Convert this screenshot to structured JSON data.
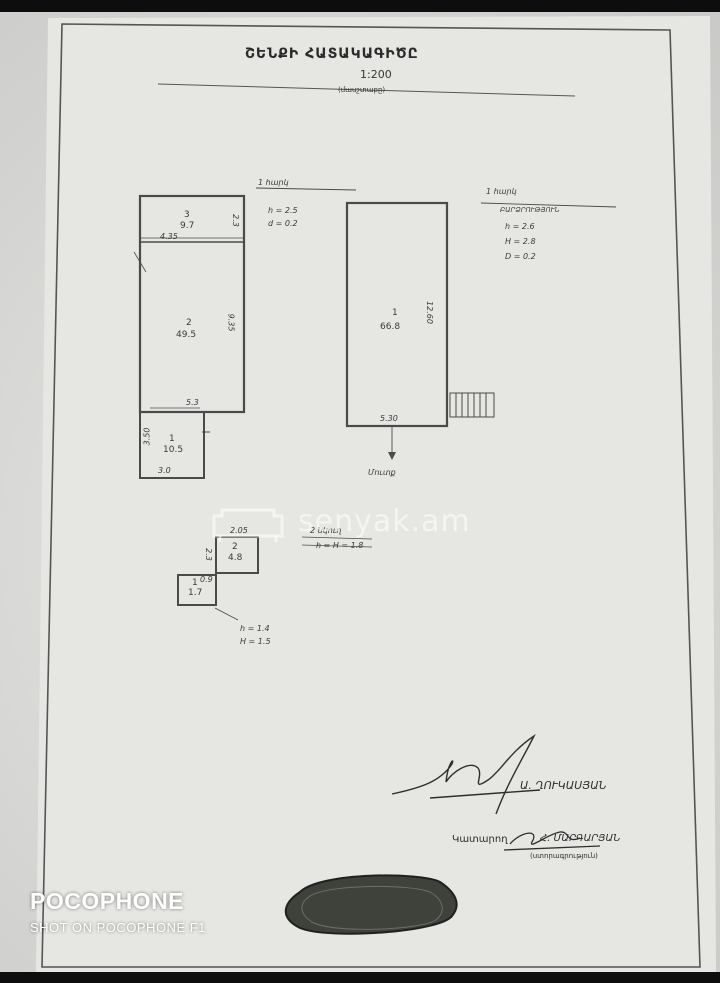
{
  "header": {
    "title": "ՇԵՆՔԻ ՀԱՏԱԿԱԳԻԾԸ",
    "scale": "1:200",
    "scale_note": "(մասշտաբը)"
  },
  "plan_left": {
    "floor_label": "1 հարկ",
    "h": "h = 2.5",
    "d": "d = 0.2",
    "rooms": [
      {
        "number": "3",
        "area": "9.7"
      },
      {
        "number": "2",
        "area": "49.5"
      },
      {
        "number": "1",
        "area": "10.5"
      }
    ],
    "dims": {
      "top_left": "4.35",
      "right_small": "2.3",
      "right_main": "9.35",
      "mid": "5.3",
      "side_small": "3.50",
      "bottom": "3.0"
    }
  },
  "plan_right": {
    "floor_label": "1 հարկ",
    "sub_label": "ԲԱՐՁՐՈՒԹՅՈՒՆ",
    "h": "h = 2.6",
    "H": "H = 2.8",
    "d": "D = 0.2",
    "room": {
      "number": "1",
      "area": "66.8"
    },
    "dims": {
      "side": "12.60",
      "bottom": "5.30"
    },
    "entrance_label": "Մուտք"
  },
  "plan_small": {
    "label_line1": "2 նկուղ",
    "label_line2": "h = H = 1.8",
    "rooms": [
      {
        "number": "2",
        "area": "4.8"
      },
      {
        "number": "1",
        "area": "1.7"
      }
    ],
    "dims": {
      "top": "2.05",
      "left": "2.3",
      "small": "0.9"
    },
    "note_h": "h = 1.4",
    "note_H": "H = 1.5"
  },
  "signatures": {
    "name1": "Ա. ՂՈՒԿԱՍՅԱՆ",
    "label": "Կատարող",
    "name2": "Հ. ՄԱՐԳԱՐՅԱՆ",
    "note": "(ստորագրություն)"
  },
  "watermark": "senyak.am",
  "device": {
    "brand": "POCOPHONE",
    "shot_on": "SHOT ON POCOPHONE F1"
  }
}
